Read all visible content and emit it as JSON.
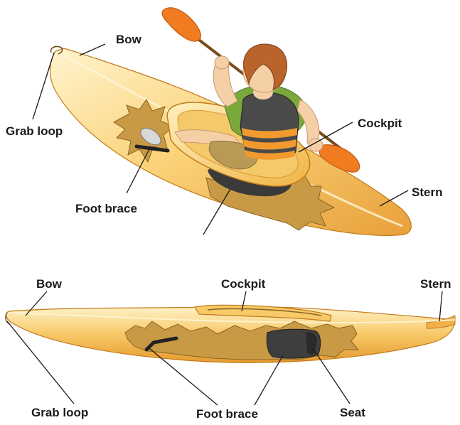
{
  "top_view": {
    "labels": {
      "bow": "Bow",
      "grab_loop": "Grab loop",
      "cockpit": "Cockpit",
      "stern": "Stern",
      "foot_brace": "Foot brace"
    }
  },
  "side_view": {
    "labels": {
      "bow": "Bow",
      "cockpit": "Cockpit",
      "stern": "Stern",
      "grab_loop": "Grab loop",
      "foot_brace": "Foot brace",
      "seat": "Seat"
    }
  },
  "colors": {
    "hull_light": "#fde9a6",
    "hull_mid": "#f7c35c",
    "hull_dark": "#e59a2e",
    "hull_edge": "#c27a1a",
    "cutaway": "#c99a45",
    "cutaway_dark": "#8a6420",
    "paddle_blade": "#f07b20",
    "shirt": "#7aa83a",
    "vest": "#4a4a4a",
    "vest_stripe": "#f29a2e",
    "skin": "#f5cfa5",
    "hair": "#b8642a",
    "shorts": "#b99a55",
    "leader_line": "#1a1a1a"
  }
}
